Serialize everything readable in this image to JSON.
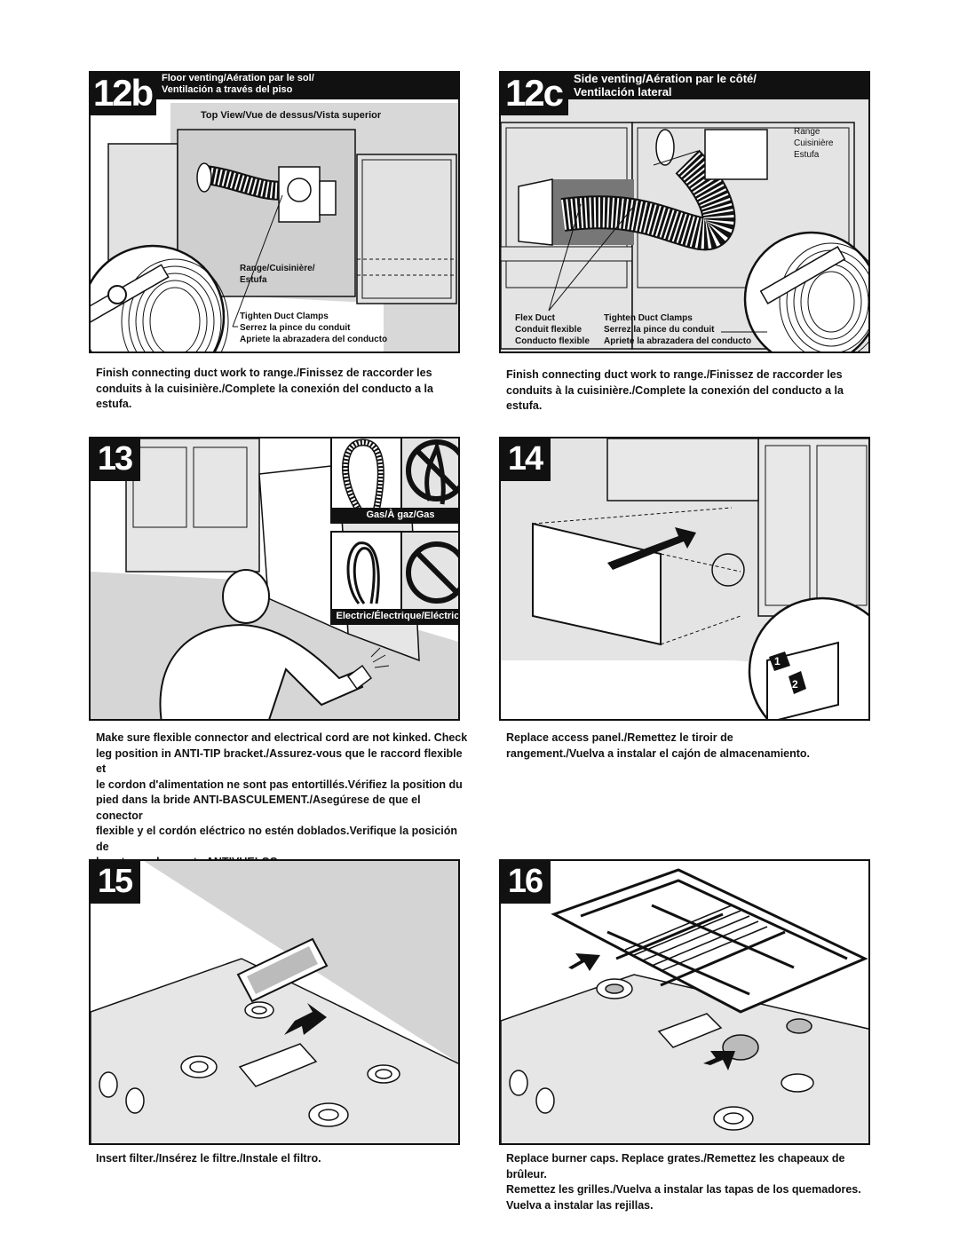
{
  "step12b": {
    "number": "12b",
    "title_line1": "Floor venting/Aération par le sol/",
    "title_line2": "Ventilación a través del piso",
    "view_label": "Top View/Vue de dessus/Vista superior",
    "range_label_1": "Range/Cuisinière/",
    "range_label_2": "Estufa",
    "clamp_label_1": "Tighten Duct Clamps",
    "clamp_label_2": "Serrez la pince du conduit",
    "clamp_label_3": "Apriete la abrazadera del conducto",
    "caption_line1": "Finish connecting duct work to range./Finissez de raccorder les",
    "caption_line2": "conduits à la cuisinière./Complete la conexión del conducto a la estufa."
  },
  "step12c": {
    "number": "12c",
    "title_line1": "Side venting/Aération par le côté/",
    "title_line2": "Ventilación lateral",
    "range_label_1": "Range",
    "range_label_2": "Cuisinière",
    "range_label_3": "Estufa",
    "flex_label_1": "Flex Duct",
    "flex_label_2": "Conduit flexible",
    "flex_label_3": "Conducto flexible",
    "clamp_label_1": "Tighten Duct Clamps",
    "clamp_label_2": "Serrez la pince du conduit",
    "clamp_label_3": "Apriete la abrazadera del conducto",
    "caption_line1": "Finish connecting duct work to range./Finissez de raccorder les",
    "caption_line2": "conduits à la cuisinière./Complete la conexión del conducto a la estufa."
  },
  "step13": {
    "number": "13",
    "gas_label": "Gas/À gaz/Gas",
    "electric_label": "Electric/Électrique/Eléctrica",
    "caption_lines": [
      "Make sure flexible connector and electrical cord are not kinked. Check",
      "leg position in ANTI-TIP bracket./Assurez-vous que le raccord flexible et",
      "le cordon d'alimentation ne sont pas entortillés.Vérifiez la position du",
      "pied dans la bride ANTI-BASCULEMENT./Asegúrese de que el conector",
      "flexible y el cordón eléctrico no estén doblados.Verifique la posición de",
      "la pata en el soporte ANTIVUELCO."
    ]
  },
  "step14": {
    "number": "14",
    "arrow_1": "1",
    "arrow_2": "2",
    "caption_line1": "Replace access panel./Remettez le tiroir de",
    "caption_line2": "rangement./Vuelva a instalar el cajón de almacenamiento."
  },
  "step15": {
    "number": "15",
    "caption": "Insert filter./Insérez le filtre./Instale el filtro."
  },
  "step16": {
    "number": "16",
    "caption_line1": "Replace burner caps. Replace grates./Remettez les chapeaux de brûleur.",
    "caption_line2": "Remettez les grilles./Vuelva a instalar las tapas de los quemadores.",
    "caption_line3": "Vuelva a instalar las rejillas."
  }
}
